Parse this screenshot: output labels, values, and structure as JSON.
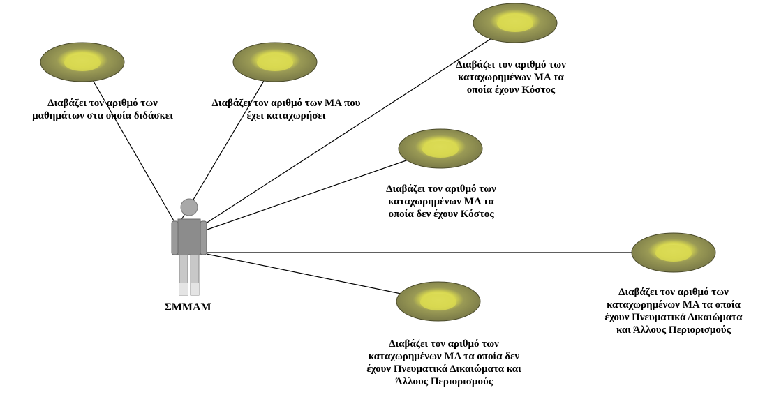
{
  "actor": {
    "name": "ΣΜΜΑΜ"
  },
  "use_cases": [
    {
      "lines": [
        "Διαβάζει τον αριθμό των",
        "μαθημάτων στα οποία διδάσκει"
      ]
    },
    {
      "lines": [
        "Διαβάζει τον αριθμό των ΜΑ που",
        "έχει καταχωρήσει"
      ]
    },
    {
      "lines": [
        "Διαβάζει τον αριθμό των",
        "καταχωρημένων ΜΑ τα",
        "οποία έχουν Κόστος"
      ]
    },
    {
      "lines": [
        "Διαβάζει τον αριθμό των",
        "καταχωρημένων ΜΑ τα",
        "οποία δεν έχουν Κόστος"
      ]
    },
    {
      "lines": [
        "Διαβάζει τον αριθμό των",
        "καταχωρημένων ΜΑ τα οποία",
        "έχουν Πνευματικά Δικαιώματα",
        "και Άλλους Περιορισμούς"
      ]
    },
    {
      "lines": [
        "Διαβάζει τον αριθμό των",
        "καταχωρημένων ΜΑ τα οποία δεν",
        "έχουν Πνευματικά Δικαιώματα και",
        "Άλλους Περιορισμούς"
      ]
    }
  ],
  "colors": {
    "ellipse_outer": "#8a8a50",
    "ellipse_inner": "#d8d850",
    "ellipse_stroke": "#4a4a2a",
    "line": "#000000",
    "actor_dark": "#8c8c8c",
    "actor_light": "#d0d0d0"
  }
}
